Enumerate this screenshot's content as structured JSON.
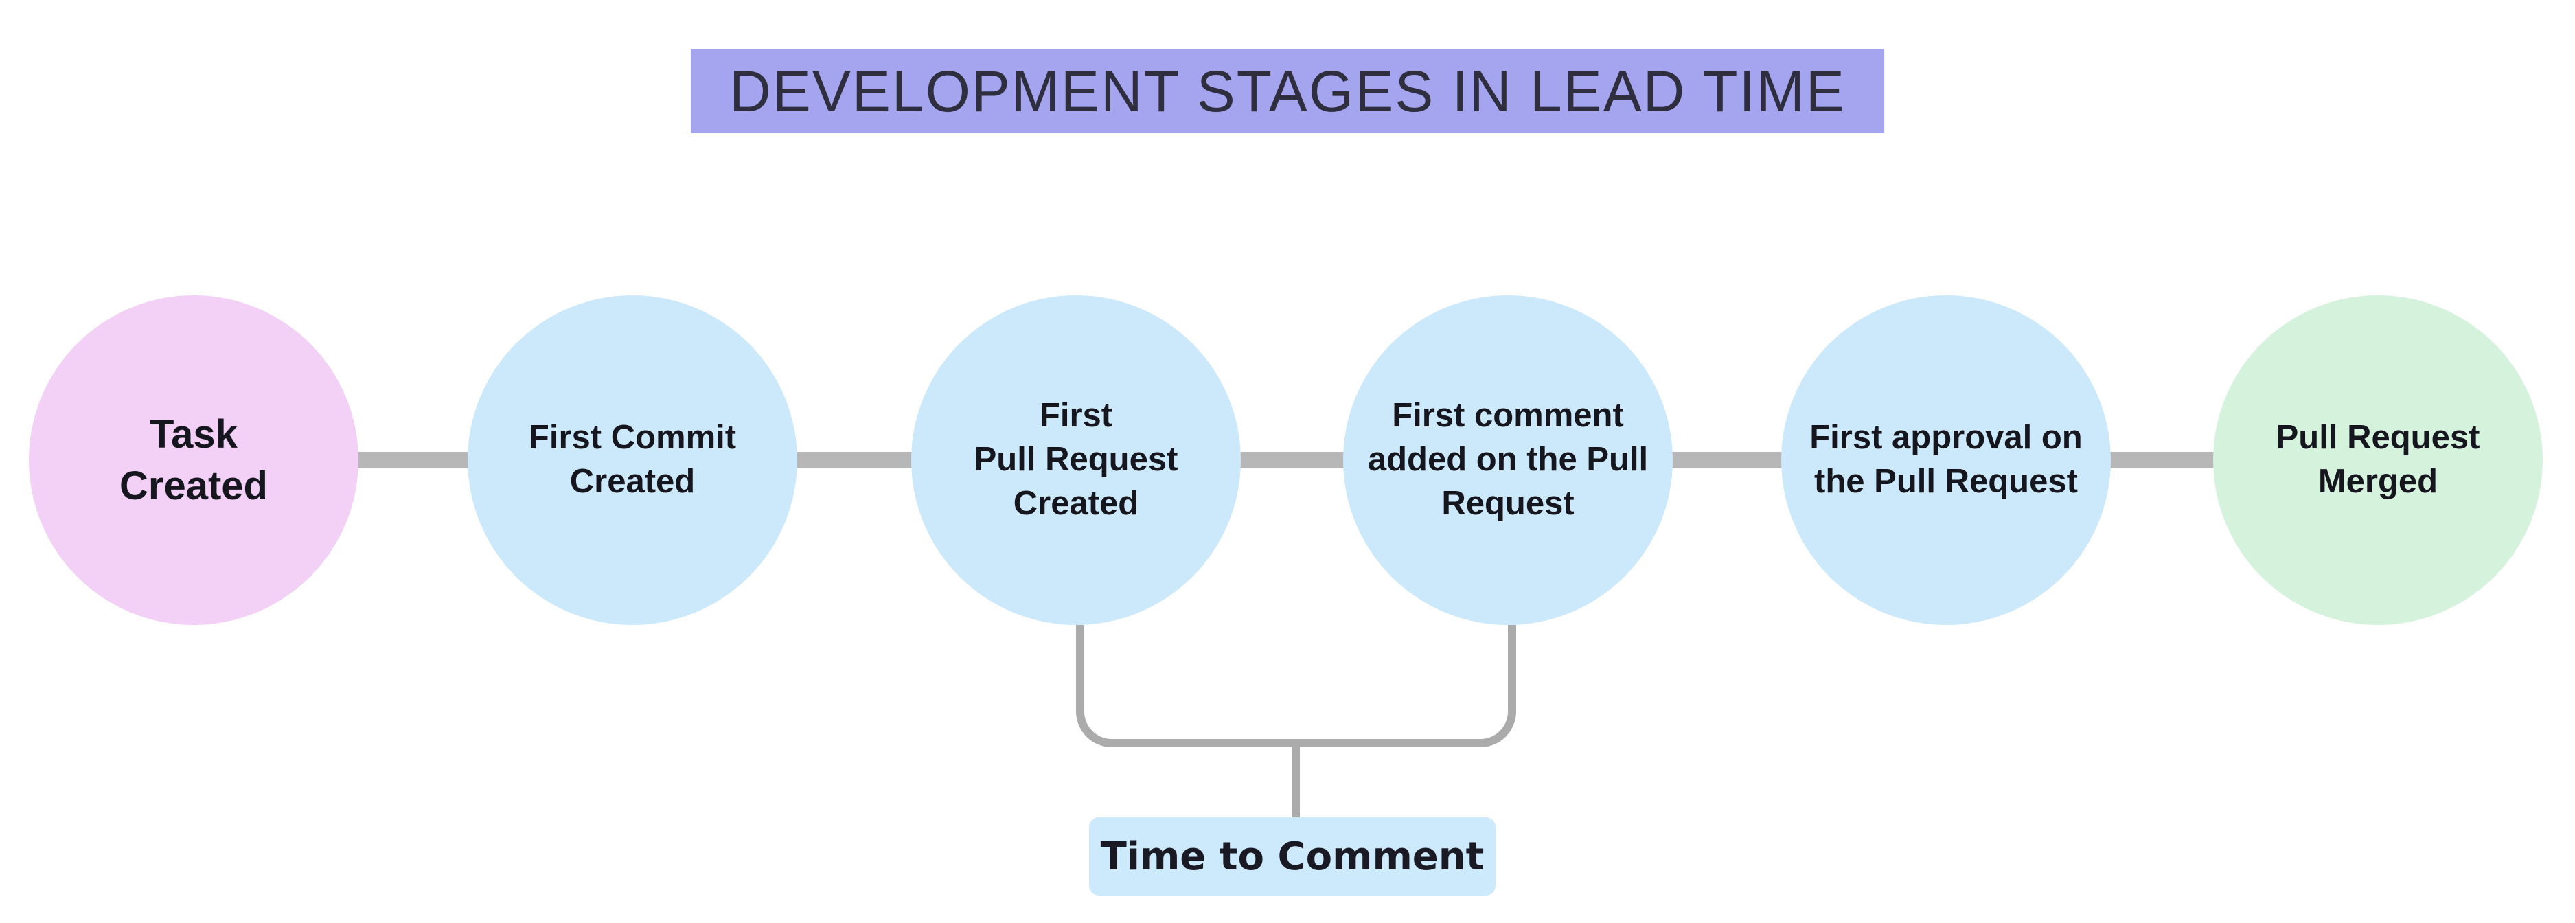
{
  "title": {
    "text": "DEVELOPMENT STAGES IN LEAD TIME",
    "background": "#a5a5ef"
  },
  "stages": [
    {
      "id": "task-created",
      "label": "Task\nCreated",
      "color": "#f3d0f5"
    },
    {
      "id": "first-commit",
      "label": "First Commit\nCreated",
      "color": "#cbe9fb"
    },
    {
      "id": "first-pr",
      "label": "First\nPull Request\nCreated",
      "color": "#cbe9fb"
    },
    {
      "id": "first-comment",
      "label": "First comment\nadded on the Pull\nRequest",
      "color": "#cbe9fb"
    },
    {
      "id": "first-approval",
      "label": "First approval on\nthe Pull Request",
      "color": "#cbe9fb"
    },
    {
      "id": "pr-merged",
      "label": "Pull Request\nMerged",
      "color": "#d5f2dd"
    }
  ],
  "annotation": {
    "label": "Time to Comment",
    "background": "#cdeafc"
  },
  "colors": {
    "connector": "#b7b7b7",
    "bracket": "#ababab",
    "text": "#16161f"
  }
}
